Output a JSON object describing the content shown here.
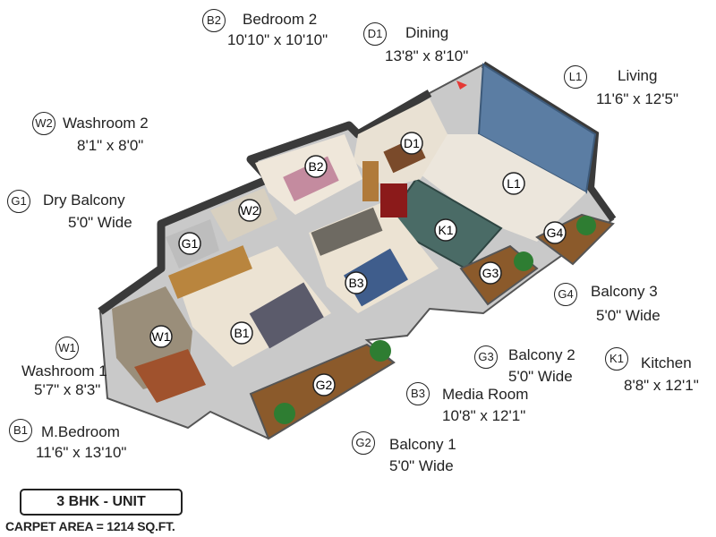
{
  "rooms": [
    {
      "code": "B2",
      "name": "Bedroom 2",
      "size": "10'10\" x 10'10\""
    },
    {
      "code": "D1",
      "name": "Dining",
      "size": "13'8\" x 8'10\""
    },
    {
      "code": "L1",
      "name": "Living",
      "size": "11'6\" x 12'5\""
    },
    {
      "code": "W2",
      "name": "Washroom 2",
      "size": "8'1\" x 8'0\""
    },
    {
      "code": "G1",
      "name": "Dry Balcony",
      "size": "5'0\" Wide"
    },
    {
      "code": "G4",
      "name": "Balcony 3",
      "size": "5'0\" Wide"
    },
    {
      "code": "G3",
      "name": "Balcony 2",
      "size": "5'0\" Wide"
    },
    {
      "code": "K1",
      "name": "Kitchen",
      "size": "8'8\" x 12'1\""
    },
    {
      "code": "W1",
      "name": "Washroom 1",
      "size": "5'7\" x 8'3\""
    },
    {
      "code": "B3",
      "name": "Media Room",
      "size": "10'8\" x 12'1\""
    },
    {
      "code": "B1",
      "name": "M.Bedroom",
      "size": "11'6\" x 13'10\""
    },
    {
      "code": "G2",
      "name": "Balcony 1",
      "size": "5'0\" Wide"
    }
  ],
  "unit_type": "3 BHK - UNIT",
  "carpet_area": "CARPET AREA = 1214 SQ.FT."
}
